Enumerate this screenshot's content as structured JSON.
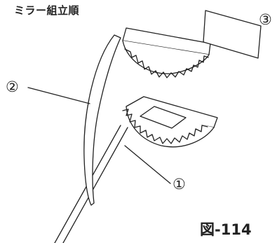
{
  "diagram": {
    "title": "ミラー組立順",
    "callouts": {
      "mirror": "①",
      "cover": "②",
      "plate": "③"
    },
    "figure_label": "図-114"
  }
}
